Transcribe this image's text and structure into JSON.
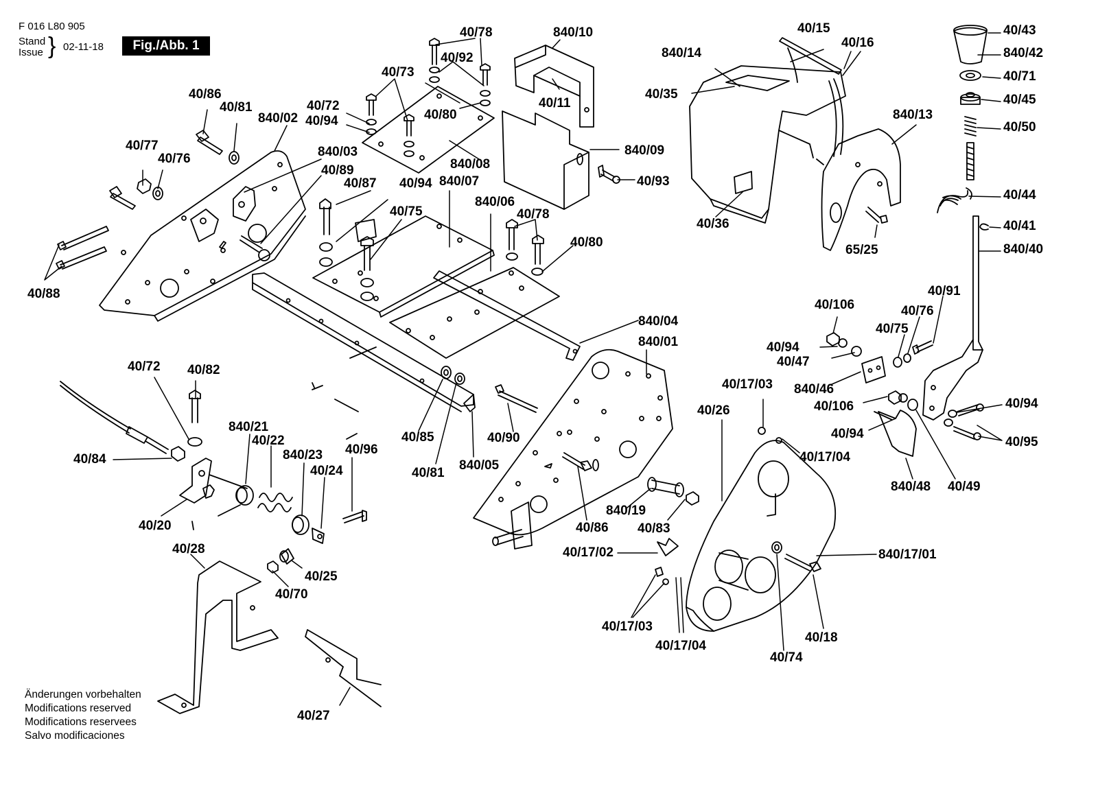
{
  "header": {
    "doc_number": "F 016 L80 905",
    "stand_label": "Stand",
    "issue_label": "Issue",
    "date": "02-11-18",
    "figure_label": "Fig./Abb. 1"
  },
  "notes": [
    "Änderungen vorbehalten",
    "Modifications reserved",
    "Modifications reservees",
    "Salvo modificaciones"
  ],
  "part_labels": [
    "40/78",
    "840/10",
    "40/92",
    "40/73",
    "40/72",
    "40/94",
    "40/80",
    "40/11",
    "40/86",
    "40/81",
    "840/02",
    "40/77",
    "40/76",
    "840/03",
    "40/89",
    "40/87",
    "840/08",
    "840/09",
    "40/93",
    "40/94",
    "840/07",
    "840/06",
    "40/78",
    "40/75",
    "40/88",
    "40/80",
    "40/15",
    "40/16",
    "840/14",
    "40/35",
    "840/13",
    "40/36",
    "65/25",
    "40/43",
    "840/42",
    "40/71",
    "40/45",
    "40/50",
    "40/44",
    "40/41",
    "840/40",
    "40/91",
    "40/106",
    "40/76",
    "40/75",
    "40/94",
    "40/47",
    "840/46",
    "40/106",
    "40/94",
    "40/94",
    "40/95",
    "840/48",
    "40/49",
    "840/04",
    "840/01",
    "40/72",
    "40/82",
    "840/21",
    "40/22",
    "840/23",
    "40/96",
    "40/24",
    "40/84",
    "40/20",
    "40/85",
    "40/81",
    "840/05",
    "40/90",
    "40/17/03",
    "40/26",
    "40/17/04",
    "840/19",
    "40/86",
    "40/83",
    "40/28",
    "40/25",
    "40/70",
    "40/17/02",
    "840/17/01",
    "40/17/03",
    "40/17/04",
    "40/18",
    "40/74",
    "40/27"
  ]
}
